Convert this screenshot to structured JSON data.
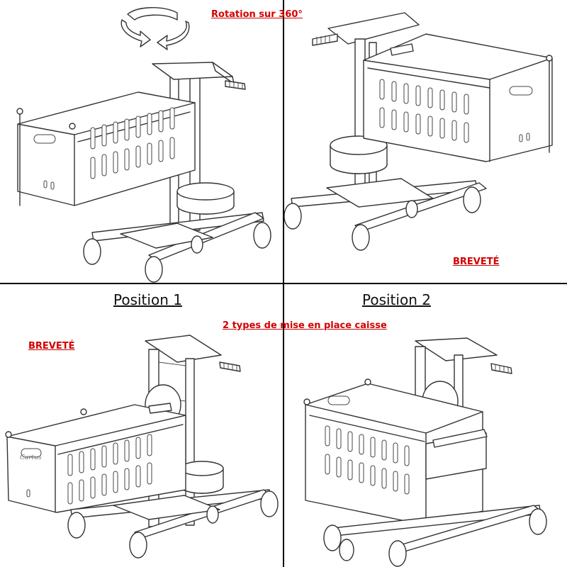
{
  "labels": {
    "rotation": "Rotation sur 360°",
    "brevete_top_right": "BREVETÉ",
    "position_1": "Position 1",
    "position_2": "Position 2",
    "mise_en_place": "2 types de mise en place caisse",
    "brevete_bottom_left": "BREVETÉ",
    "cart_sticker": "Cartus"
  },
  "colors": {
    "accent_red": "#d20000",
    "line": "#333333",
    "background": "#ffffff"
  },
  "icons": {
    "rotation": "rotation-arrows-icon"
  }
}
